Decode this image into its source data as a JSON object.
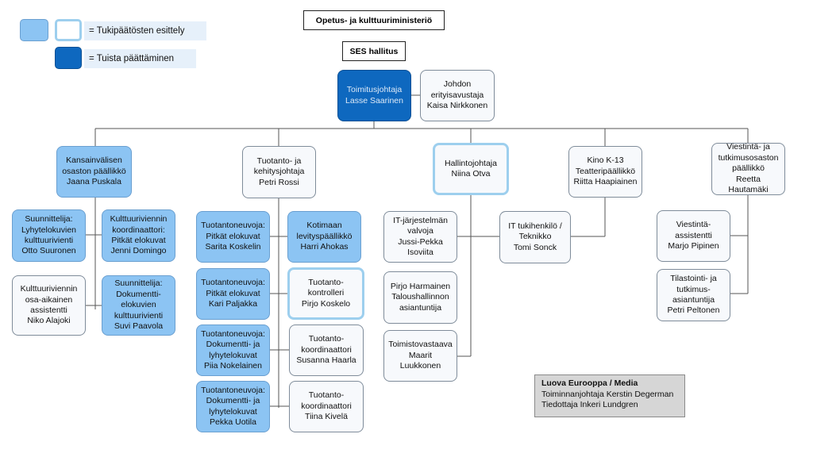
{
  "legend": {
    "support_label": "= Tukipäätösten esittely",
    "decision_label": "= Tuista päättäminen"
  },
  "header": {
    "ministry": "Opetus- ja kulttuuriministeriö",
    "board": "SES hallitus"
  },
  "nodes": {
    "ceo": "Toimitusjohtaja\nLasse Saarinen",
    "assistant": "Johdon\nerityisavustaja\nKaisa Nirkkonen",
    "intl": "Kansainvälisen\nosaston päällikkö\nJaana Puskala",
    "prod": "Tuotanto- ja\nkehitysjohtaja\nPetri Rossi",
    "admin": "Hallintojohtaja\nNiina Otva",
    "kino": "Kino K-13\nTeatteripäällikkö\nRiitta Haapiainen",
    "comm": "Viestintä- ja\ntutkimusosaston\npäällikkö\nReetta Hautamäki",
    "suunn1": "Suunnittelija:\nLyhytelokuvien\nkulttuurivienti\nOtto Suuronen",
    "kultt1": "Kulttuuriviennin\nkoordinaattori:\nPitkät elokuvat\nJenni Domingo",
    "kultt_parttime": "Kulttuuriviennin\nosa-aikainen\nassistentti\nNiko Alajoki",
    "suunn2": "Suunnittelija:\nDokumentti-\nelokuvien\nkulttuurivienti\nSuvi Paavola",
    "tn1": "Tuotantoneuvoja:\nPitkät elokuvat\nSarita Koskelin",
    "tn2": "Tuotantoneuvoja:\nPitkät elokuvat\nKari Paljakka",
    "tn3": "Tuotantoneuvoja:\nDokumentti- ja\nlyhytelokuvat\nPiia Nokelainen",
    "tn4": "Tuotantoneuvoja:\nDokumentti- ja\nlyhytelokuvat\nPekka Uotila",
    "kotimaa": "Kotimaan\nlevityspäällikkö\nHarri Ahokas",
    "tkontrolleri": "Tuotanto-\nkontrolleri\nPirjo Koskelo",
    "tkoord1": "Tuotanto-\nkoordinaattori\nSusanna Haarla",
    "tkoord2": "Tuotanto-\nkoordinaattori\nTiina Kivelä",
    "it": "IT-järjestelmän\nvalvoja\nJussi-Pekka\nIsoviita",
    "talous": "Pirjo Harmainen\nTaloushallinnon\nasiantuntija",
    "toimisto": "Toimistovastaava\nMaarit Luukkonen",
    "ittuki": "IT tukihenkilö /\nTeknikko\nTomi Sonck",
    "viest_ass": "Viestintä-\nassistentti\nMarjo Pipinen",
    "tilasto": "Tilastointi- ja\ntutkimus-\nasiantuntija\nPetri Peltonen"
  },
  "media": {
    "title": "Luova Eurooppa / Media",
    "line1": "Toiminnanjohtaja Kerstin Degerman",
    "line2": "Tiedottaja Inkeri Lundgren"
  }
}
